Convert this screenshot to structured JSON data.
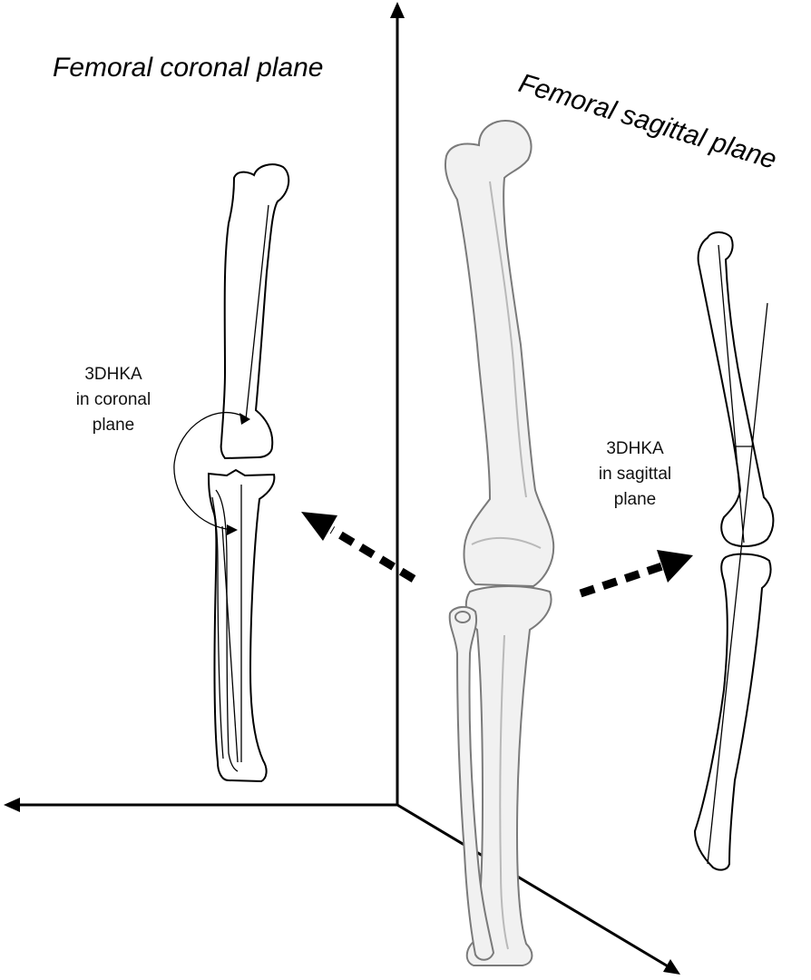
{
  "labels": {
    "coronal_plane": "Femoral coronal plane",
    "sagittal_plane": "Femoral sagittal plane",
    "coronal_angle": [
      "3DHKA",
      "in coronal",
      "plane"
    ],
    "sagittal_angle": [
      "3DHKA",
      "in sagittal",
      "plane"
    ]
  },
  "colors": {
    "line": "#000000",
    "bone_fill": "#f1f1f1",
    "bone_edge": "#7a7a7a",
    "background": "#ffffff"
  }
}
